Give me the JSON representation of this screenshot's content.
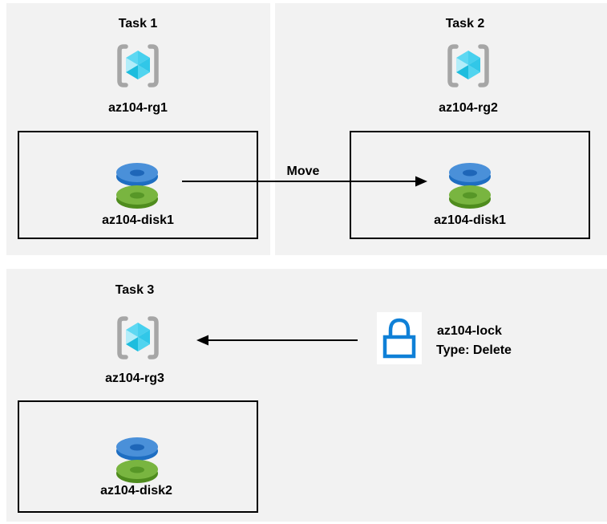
{
  "panels": {
    "task1": {
      "title": "Task 1",
      "rg_label": "az104-rg1",
      "disk_label": "az104-disk1"
    },
    "task2": {
      "title": "Task 2",
      "rg_label": "az104-rg2",
      "disk_label": "az104-disk1"
    },
    "task3": {
      "title": "Task 3",
      "rg_label": "az104-rg3",
      "disk_label": "az104-disk2"
    }
  },
  "arrows": {
    "move_label": "Move"
  },
  "lock": {
    "name": "az104-lock",
    "type_line": "Type: Delete"
  },
  "colors": {
    "panel_bg": "#f2f2f2",
    "box_border": "#000000",
    "lock_blue": "#0f80d7",
    "disk_blue_top": "#4a90d9",
    "disk_blue_side": "#1e6ec2",
    "disk_green_top": "#79b540",
    "disk_green_side": "#4f8c1e",
    "cube_cyan": "#47d0ee",
    "bracket_gray": "#a6a6a6"
  }
}
